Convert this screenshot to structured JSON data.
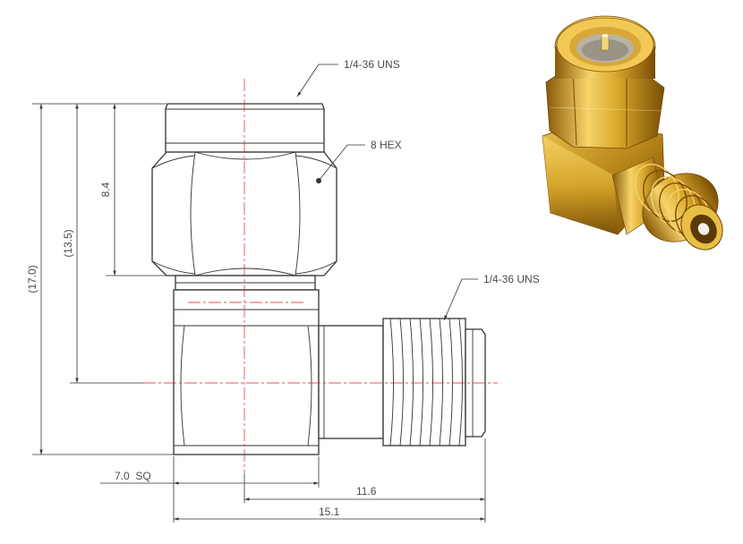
{
  "callouts": {
    "top_thread": "1/4-36 UNS",
    "hex": "8 HEX",
    "side_thread": "1/4-36 UNS"
  },
  "dimensions": {
    "overall_height": "(17.0)",
    "center_height": "(13.5)",
    "hex_height": "8.4",
    "body_square": "7.0  SQ",
    "center_to_end": "11.6",
    "overall_length": "15.1"
  },
  "colors": {
    "line": "#333333",
    "centerline": "#d81f1f",
    "text": "#4a4a4a",
    "gold_light": "#f6d36a",
    "gold_mid": "#d9a92c",
    "gold_dark": "#8a5a08"
  },
  "photo": {
    "subject": "gold right-angle SMA adapter",
    "icons": [
      "hex-nut",
      "threaded-jack",
      "center-pin"
    ]
  }
}
